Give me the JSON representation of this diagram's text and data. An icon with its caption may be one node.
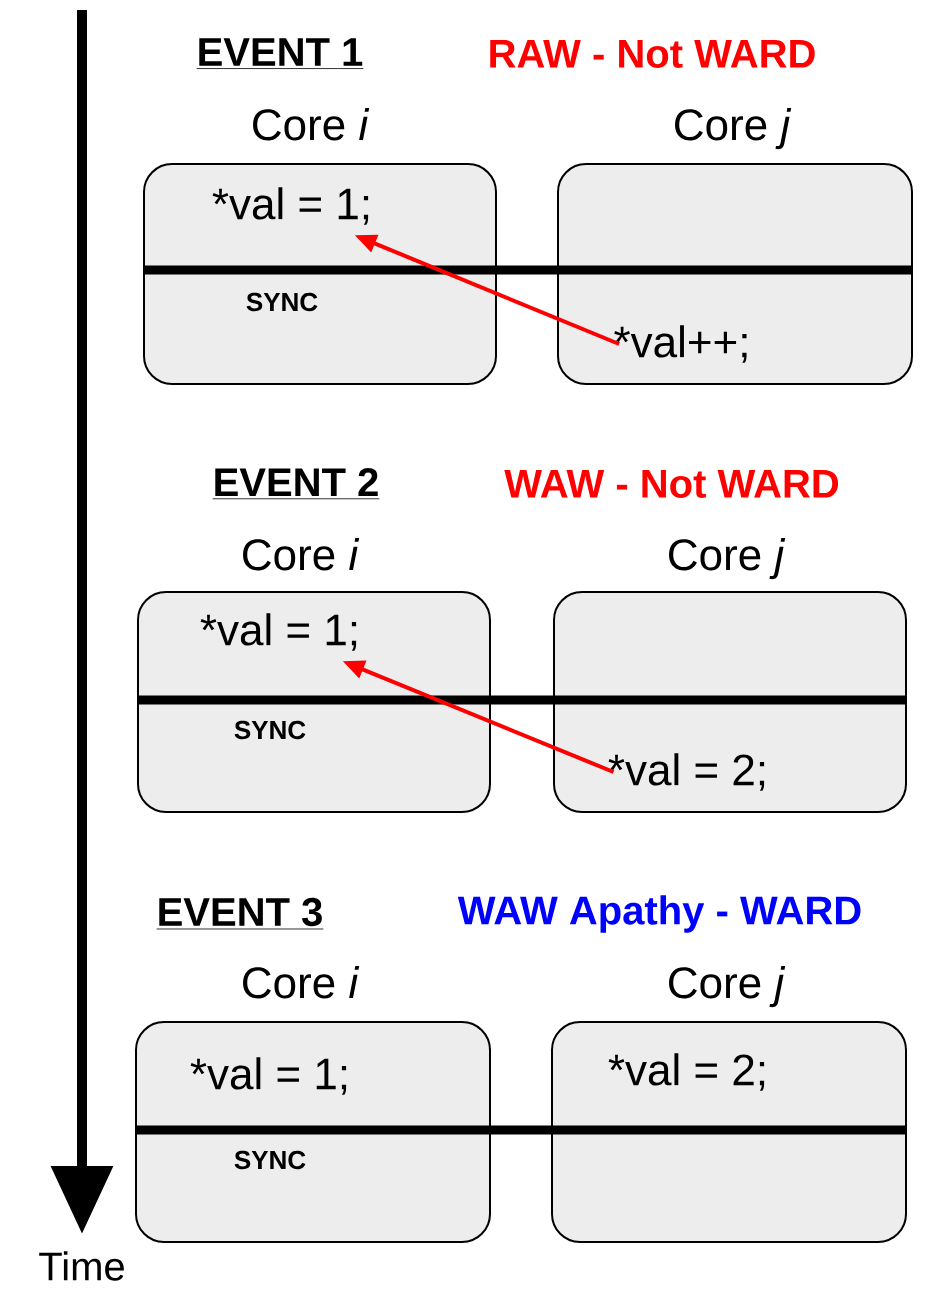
{
  "diagram": {
    "nodes": [
      {
        "text": [
          "Core *i*",
          "*val = 1;",
          "SYNC"
        ]
      },
      {
        "text": [
          "Core *j*",
          "*val++;"
        ]
      },
      {
        "text": [
          "Core *i*",
          "*val = 1;",
          "SYNC"
        ]
      },
      {
        "text": [
          "Core *j*",
          "*val = 2;"
        ]
      },
      {
        "text": [
          "Core *i*",
          "*val = 1;",
          "SYNC"
        ]
      },
      {
        "text": [
          "Core *j*",
          "*val = 2;"
        ]
      }
    ],
    "edges": [
      {
        "from": 1,
        "to": 0,
        "arrow": "to"
      },
      {
        "from": 3,
        "to": 2,
        "arrow": "to"
      }
    ],
    "labels": [
      "EVENT 1",
      "RAW - Not WARD",
      "EVENT 2",
      "WAW - Not WARD",
      "EVENT 3",
      "WAW Apathy - WARD",
      "Time"
    ]
  }
}
